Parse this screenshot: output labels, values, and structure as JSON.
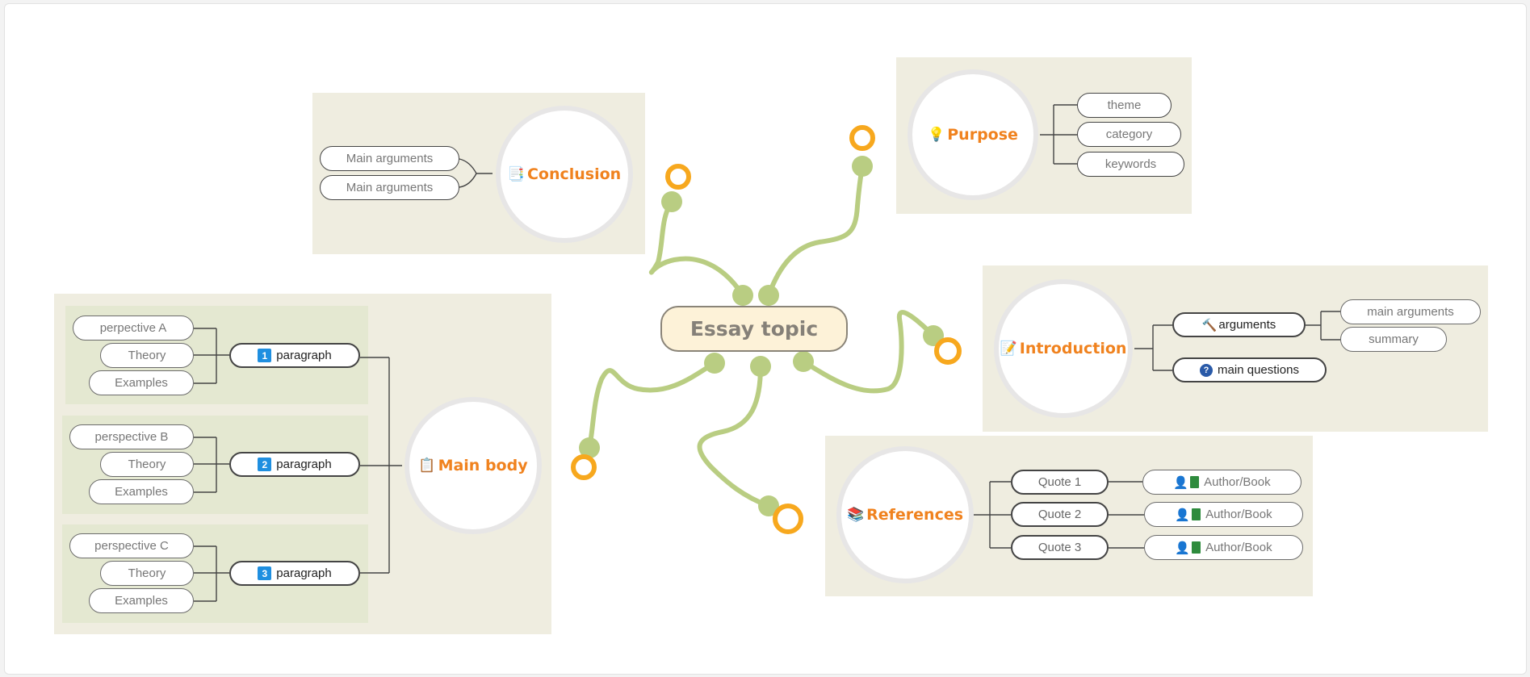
{
  "central": {
    "title": "Essay topic"
  },
  "colors": {
    "branch": "#b9cd82",
    "ring": "#f7a81e",
    "accent": "#f0821e",
    "panel": "#efede0",
    "subpanel": "#e4e8d1",
    "connector": "#444444"
  },
  "topics": {
    "purpose": {
      "label": "Purpose",
      "icon": "lightbulb-icon",
      "glyph": "💡",
      "items": [
        "theme",
        "category",
        "keywords"
      ]
    },
    "conclusion": {
      "label": "Conclusion",
      "icon": "checklist-icon",
      "glyph": "📑",
      "items": [
        "Main arguments",
        "Main arguments"
      ]
    },
    "introduction": {
      "label": "Introduction",
      "icon": "memo-icon",
      "glyph": "📝",
      "arguments": {
        "label": "arguments",
        "icon": "gavel-icon",
        "glyph": "🔨",
        "children": [
          "main arguments",
          "summary"
        ]
      },
      "questions": {
        "label": "main questions",
        "icon": "question-icon",
        "glyph": "?"
      }
    },
    "main_body": {
      "label": "Main body",
      "icon": "clipboard-icon",
      "glyph": "📋",
      "paragraphs": [
        {
          "number": "1",
          "label": "paragraph",
          "items": [
            "perpective A",
            "Theory",
            "Examples"
          ]
        },
        {
          "number": "2",
          "label": "paragraph",
          "items": [
            "perspective B",
            "Theory",
            "Examples"
          ]
        },
        {
          "number": "3",
          "label": "paragraph",
          "items": [
            "perspective C",
            "Theory",
            "Examples"
          ]
        }
      ]
    },
    "references": {
      "label": "References",
      "icon": "books-icon",
      "glyph": "📚",
      "quotes": [
        {
          "label": "Quote 1",
          "source": "Author/Book"
        },
        {
          "label": "Quote 2",
          "source": "Author/Book"
        },
        {
          "label": "Quote 3",
          "source": "Author/Book"
        }
      ]
    }
  }
}
